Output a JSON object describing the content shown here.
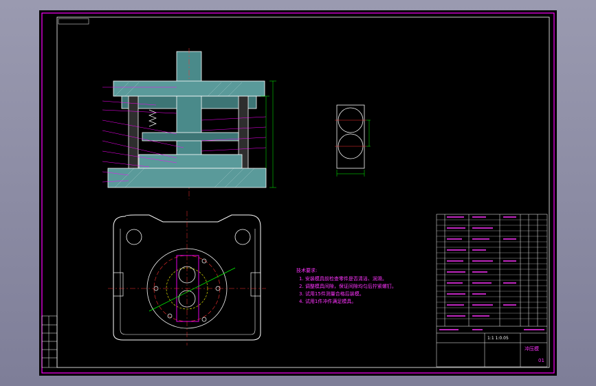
{
  "drawing": {
    "notes_title": "技术要求:",
    "notes": [
      "1.  安装模具前检查零件是否清洁、润滑。",
      "2.  调整模具间隙，保证间隙均匀后拧紧螺钉。",
      "3.  试用15件测量合格后装模。",
      "4.  试用1件冲件满足模具。"
    ],
    "title_block": {
      "scale": "1:1  1:0.05",
      "part_name": "冲压模",
      "drawing_no": "01"
    },
    "colors": {
      "background": "#000000",
      "frame": "#ff00ff",
      "outline": "#ffffff",
      "section_fill": "#5a9a9a",
      "centerline": "#ff3030",
      "dimension": "#00ff00",
      "hidden": "#ffff00"
    }
  }
}
